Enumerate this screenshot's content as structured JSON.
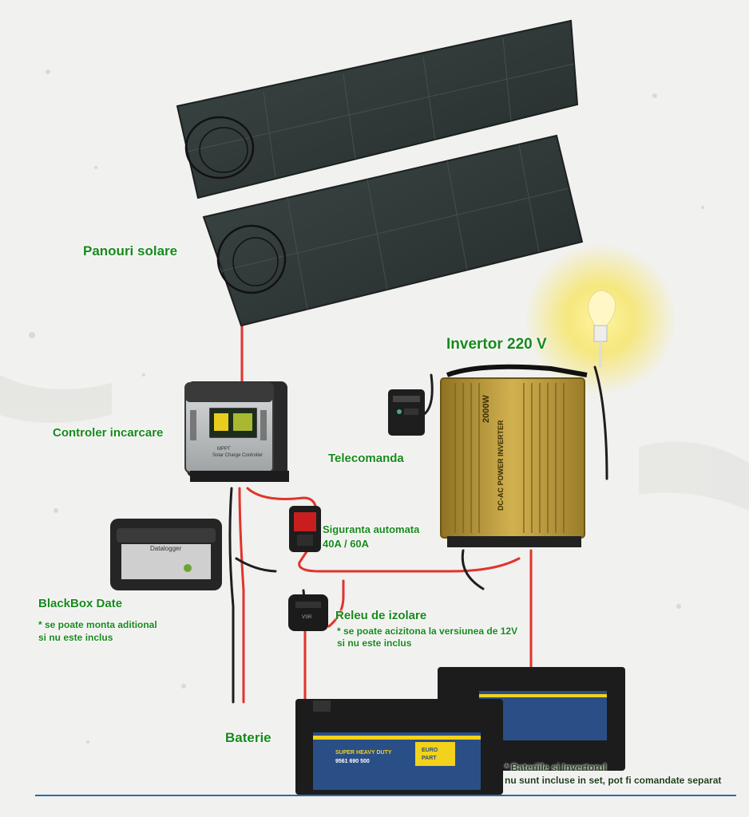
{
  "labels": {
    "solar_panels": "Panouri solare",
    "charge_controller": "Controler incarcare",
    "remote": "Telecomanda",
    "inverter": "Invertor 220 V",
    "breaker_line1": "Siguranta automata",
    "breaker_line2": "40A / 60A",
    "blackbox": "BlackBox Date",
    "blackbox_note_line1": "* se poate monta aditional",
    "blackbox_note_line2": "si nu este inclus",
    "relay": "Releu de izolare",
    "relay_note_line1": "* se poate acizitona la versiunea de 12V",
    "relay_note_line2": "si nu este inclus",
    "battery": "Baterie",
    "battery_note_line1": "* Bateriile si Invertorul",
    "battery_note_line2": "nu sunt incluse in set, pot fi comandate separat"
  },
  "device_text": {
    "controller_brand": "MPPT",
    "controller_name": "Solar Charge Controller",
    "datalogger": "Datalogger",
    "inverter_power": "2000W",
    "inverter_name": "DC-AC POWER INVERTER",
    "relay_badge": "VSR",
    "battery_model": "SUPER HEAVY DUTY",
    "battery_code": "9561 690 500",
    "battery_brand_1": "EURO",
    "battery_brand_2": "PART"
  },
  "colors": {
    "label_green": "#17891c",
    "cable_red": "#e0342c",
    "panel": "#2f3a38",
    "inverter_gold": "#b99836",
    "battery_blue": "#2a4f86",
    "battery_yellow": "#f2d21b",
    "rule_blue": "#2e6aa6"
  }
}
